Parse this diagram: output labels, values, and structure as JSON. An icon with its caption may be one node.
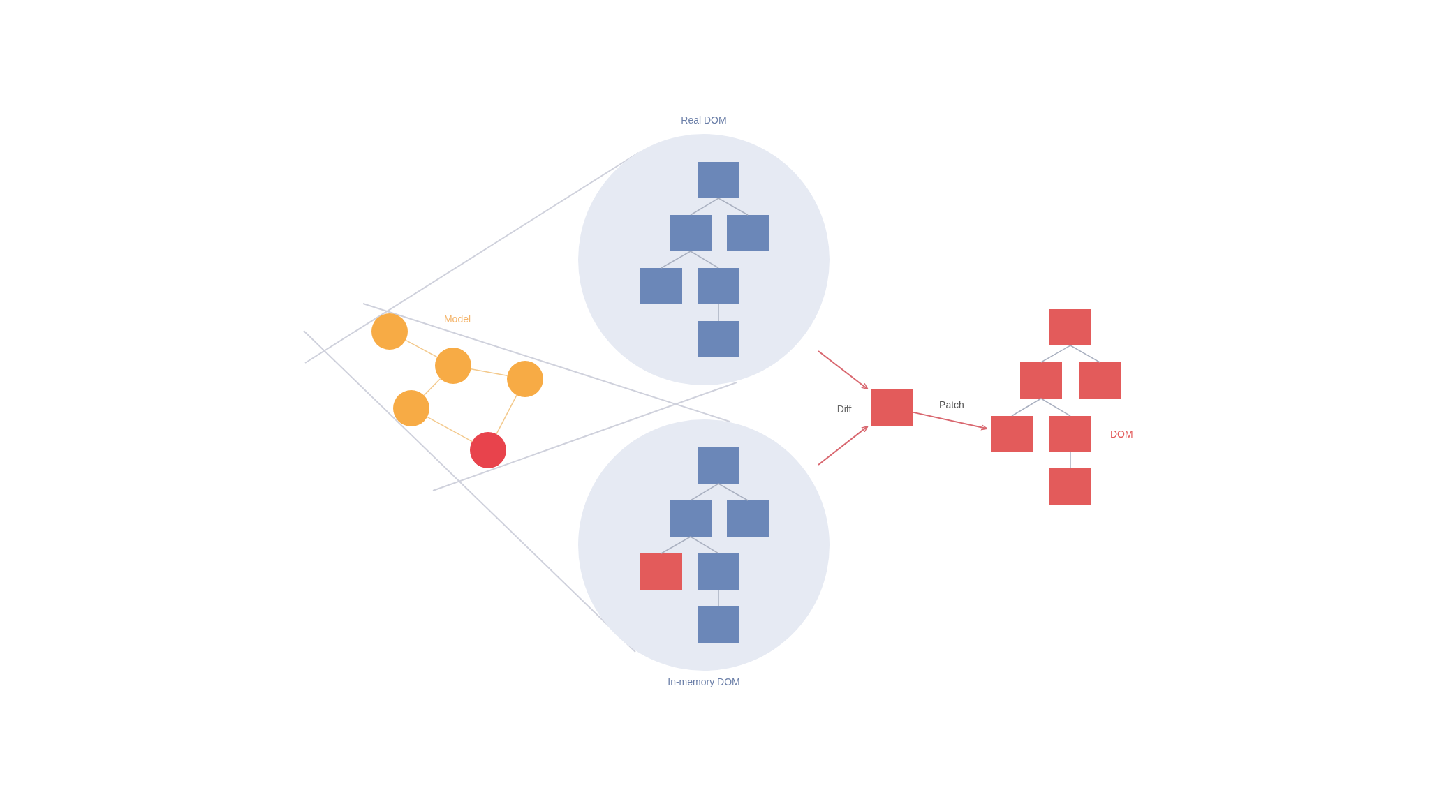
{
  "diagram": {
    "nodes": [
      {
        "text": [
          "Real DOM"
        ]
      },
      {
        "text": [],
        "shape": "box",
        "in": 0
      },
      {
        "text": [],
        "shape": "box",
        "in": 0
      },
      {
        "text": [],
        "shape": "box",
        "in": 0
      },
      {
        "text": [],
        "shape": "box",
        "in": 0
      },
      {
        "text": [],
        "shape": "box",
        "in": 0
      },
      {
        "text": [],
        "shape": "box",
        "in": 0
      },
      {
        "text": [
          "In-memory DOM"
        ]
      },
      {
        "text": [],
        "shape": "box",
        "in": 7
      },
      {
        "text": [],
        "shape": "box",
        "in": 7
      },
      {
        "text": [],
        "shape": "box",
        "in": 7
      },
      {
        "text": [],
        "shape": "box",
        "in": 7
      },
      {
        "text": [],
        "shape": "box",
        "in": 7
      },
      {
        "text": [],
        "shape": "box",
        "in": 7
      },
      {
        "text": [],
        "shape": "circle"
      },
      {
        "text": [],
        "shape": "circle"
      },
      {
        "text": [],
        "shape": "circle"
      },
      {
        "text": [],
        "shape": "circle"
      },
      {
        "text": [],
        "shape": "circle"
      },
      {
        "text": [],
        "shape": "box",
        "beside": [
          "Diff"
        ]
      },
      {
        "text": [],
        "shape": "box"
      },
      {
        "text": [],
        "shape": "box"
      },
      {
        "text": [],
        "shape": "box"
      },
      {
        "text": [],
        "shape": "box"
      },
      {
        "text": [],
        "shape": "box"
      },
      {
        "text": [],
        "shape": "box"
      }
    ],
    "edges": [
      {
        "from": 1,
        "to": 2,
        "arrow": "none"
      },
      {
        "from": 1,
        "to": 3,
        "arrow": "none"
      },
      {
        "from": 2,
        "to": 4,
        "arrow": "none"
      },
      {
        "from": 2,
        "to": 5,
        "arrow": "none"
      },
      {
        "from": 5,
        "to": 6,
        "arrow": "none"
      },
      {
        "from": 8,
        "to": 9,
        "arrow": "none"
      },
      {
        "from": 8,
        "to": 10,
        "arrow": "none"
      },
      {
        "from": 9,
        "to": 11,
        "arrow": "none"
      },
      {
        "from": 9,
        "to": 12,
        "arrow": "none"
      },
      {
        "from": 12,
        "to": 13,
        "arrow": "none"
      },
      {
        "from": 14,
        "to": 15,
        "arrow": "none",
        "color": "#f3c98c"
      },
      {
        "from": 15,
        "to": 16,
        "arrow": "none",
        "color": "#f3c98c"
      },
      {
        "from": 15,
        "to": 17,
        "arrow": "none",
        "color": "#f3c98c"
      },
      {
        "from": 17,
        "to": 18,
        "arrow": "none",
        "color": "#f3c98c"
      },
      {
        "from": 16,
        "to": 18,
        "arrow": "none",
        "color": "#f3c98c"
      },
      {
        "from": 0,
        "to": 19,
        "arrow": "to",
        "color": "#d9676f"
      },
      {
        "from": 7,
        "to": 19,
        "arrow": "to",
        "color": "#d9676f"
      },
      {
        "from": 19,
        "to": 23,
        "arrow": "to",
        "label": "Patch",
        "color": "#d9676f"
      },
      {
        "from": 20,
        "to": 21,
        "arrow": "none"
      },
      {
        "from": 20,
        "to": 22,
        "arrow": "none"
      },
      {
        "from": 21,
        "to": 23,
        "arrow": "none"
      },
      {
        "from": 21,
        "to": 24,
        "arrow": "none"
      },
      {
        "from": 24,
        "to": 25,
        "arrow": "none"
      }
    ],
    "labels": [
      "Model",
      "DOM"
    ]
  }
}
